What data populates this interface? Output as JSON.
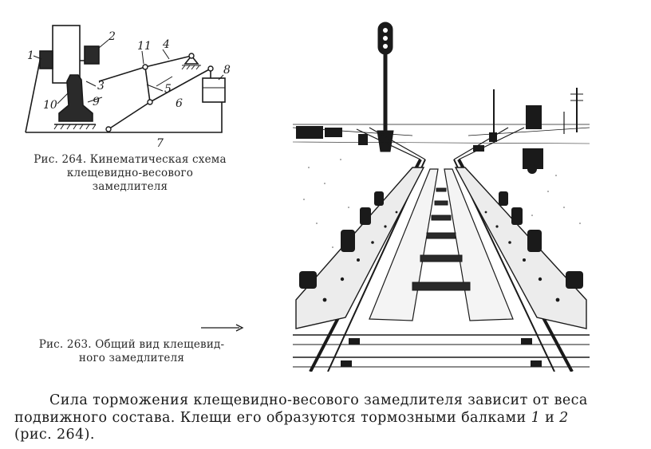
{
  "figure_264": {
    "caption": "Рис. 264. Кинематическая схема клещевидно-весового замедлителя",
    "caption_lines": [
      "Рис. 264. Кинематическая схема",
      "клещевидно-весового",
      "замедлителя"
    ],
    "part_labels": [
      "1",
      "2",
      "3",
      "4",
      "5",
      "6",
      "7",
      "8",
      "9",
      "10",
      "11"
    ]
  },
  "figure_263": {
    "caption": "Рис. 263. Общий вид клещевидного замедлителя",
    "caption_lines": [
      "Рис. 263. Общий вид клещевид-",
      "ного замедлителя"
    ]
  },
  "paragraph": {
    "line1": "Сила торможения клещевидно-весового замедлителя зависит от веса",
    "line2_prefix": "подвижного состава. Клещи его образуются тормозными балками ",
    "beam_1": "1",
    "conj": " и ",
    "beam_2": "2",
    "line3": "(рис. 264)."
  }
}
